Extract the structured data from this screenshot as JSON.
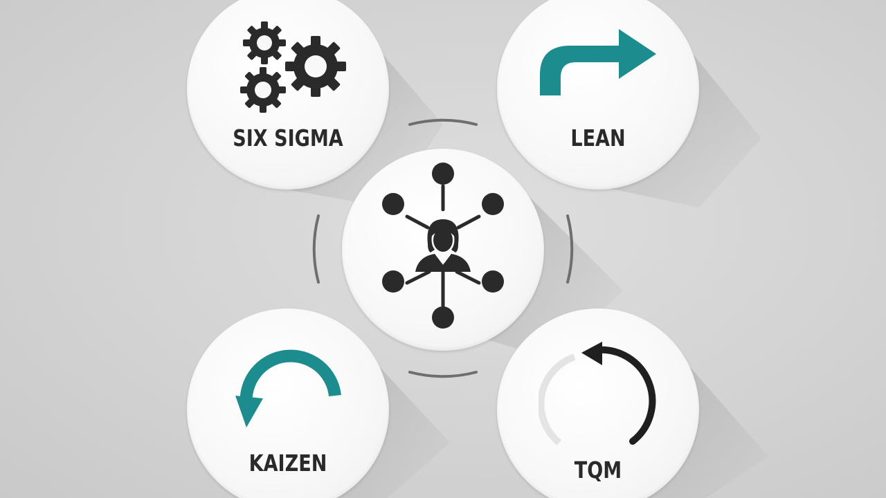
{
  "diagram": {
    "colors": {
      "teal": "#1c8c8e",
      "dark": "#2a2a2a",
      "background": "#d3d3d3",
      "circle": "#f8f8f8"
    },
    "center": {
      "icon": "person-network-icon"
    },
    "nodes": [
      {
        "label": "SIX SIGMA",
        "icon": "gears-icon"
      },
      {
        "label": "LEAN",
        "icon": "turn-right-arrow-icon"
      },
      {
        "label": "KAIZEN",
        "icon": "counterclockwise-arrow-icon"
      },
      {
        "label": "TQM",
        "icon": "cycle-arrow-icon"
      }
    ]
  }
}
